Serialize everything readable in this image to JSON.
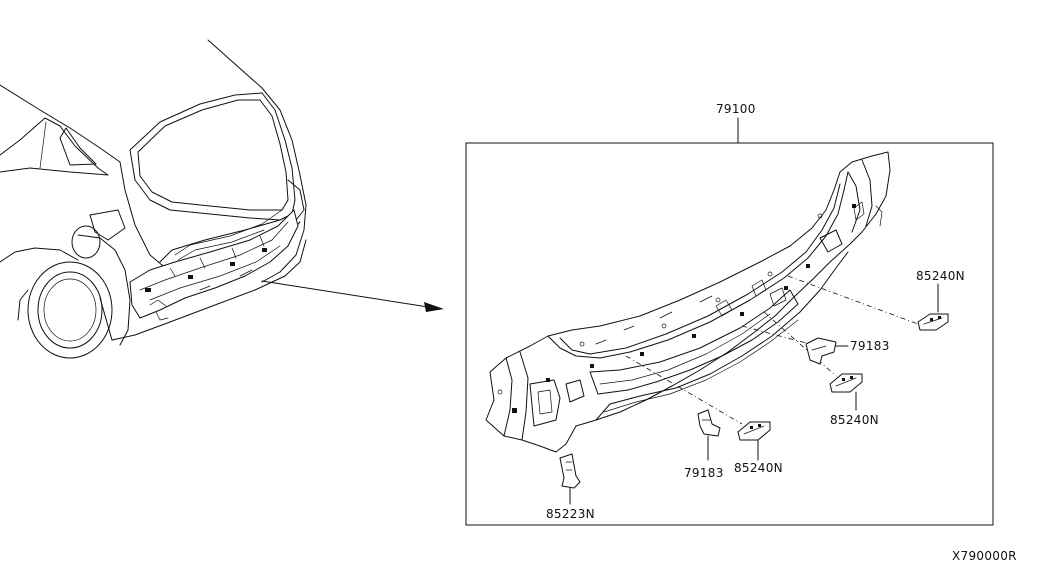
{
  "diagram": {
    "line_color": "#111111",
    "background": "#ffffff",
    "callouts": {
      "assembly": "79100",
      "bracket_right": "79183",
      "clip_top_right": "85240N",
      "clip_mid_right": "85240N",
      "bracket_bottom": "79183",
      "clip_bottom": "85240N",
      "bracket_left": "85223N"
    },
    "drawing_code": "X790000R"
  }
}
